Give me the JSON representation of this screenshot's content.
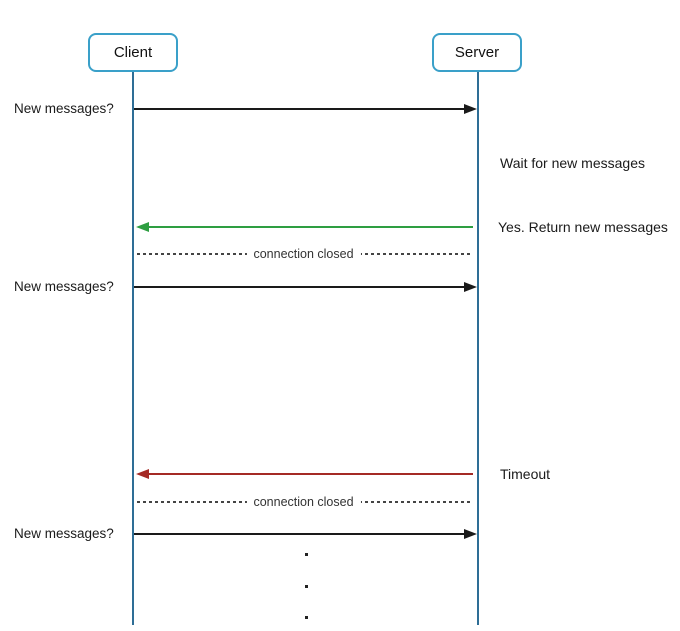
{
  "diagram": {
    "title": "client-server long-polling sequence",
    "actors": [
      {
        "label": "Client"
      },
      {
        "label": "Server"
      }
    ],
    "events": [
      {
        "kind": "message",
        "label": "New messages?",
        "from": "Client",
        "to": "Server",
        "line": "solid",
        "color": "#1a1a1a"
      },
      {
        "kind": "note",
        "label": "Wait for new messages",
        "side": "right-of-server"
      },
      {
        "kind": "message",
        "label": "Yes. Return new messages",
        "from": "Server",
        "to": "Client",
        "line": "solid",
        "color": "#2e9e41"
      },
      {
        "kind": "separator",
        "label": "connection closed",
        "line": "dotted"
      },
      {
        "kind": "message",
        "label": "New messages?",
        "from": "Client",
        "to": "Server",
        "line": "solid",
        "color": "#1a1a1a"
      },
      {
        "kind": "message",
        "label": "Timeout",
        "from": "Server",
        "to": "Client",
        "line": "solid",
        "color": "#a42a25"
      },
      {
        "kind": "separator",
        "label": "connection closed",
        "line": "dotted"
      },
      {
        "kind": "message",
        "label": "New messages?",
        "from": "Client",
        "to": "Server",
        "line": "solid",
        "color": "#1a1a1a"
      }
    ],
    "ellipsis_dot_count": 3,
    "colors": {
      "actor_border": "#3aa0c9",
      "lifeline": "#2e6e96",
      "request_arrow": "#1a1a1a",
      "success_arrow": "#2e9e41",
      "timeout_arrow": "#a42a25",
      "separator_line": "#444444",
      "background": "#ffffff"
    }
  }
}
